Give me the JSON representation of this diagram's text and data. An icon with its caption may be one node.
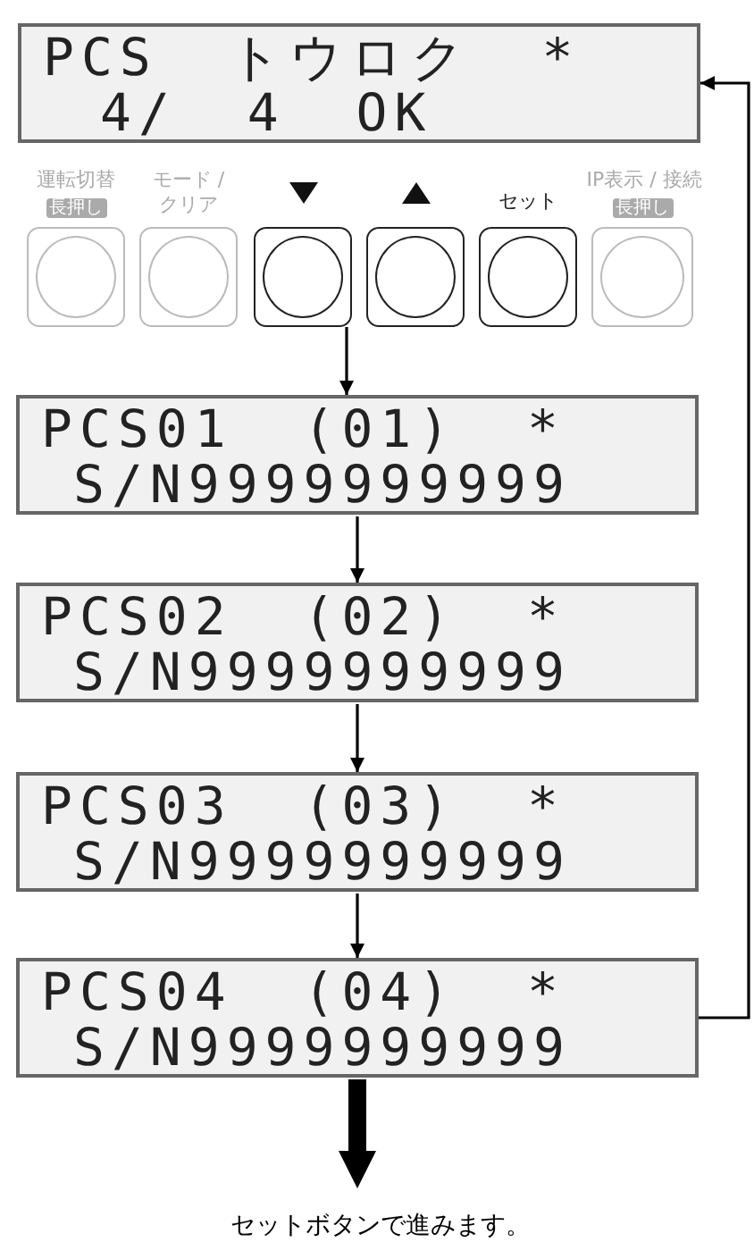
{
  "diagram": {
    "nodes": [
      {
        "text": [
          "PCS トウロク *",
          "4/ 4 OK"
        ]
      },
      {
        "text": [
          "運転切替",
          "長押し"
        ]
      },
      {
        "text": [
          "モード / クリア"
        ]
      },
      {
        "text": [],
        "shape": "box"
      },
      {
        "text": [],
        "shape": "box"
      },
      {
        "text": [
          "セット"
        ]
      },
      {
        "text": [
          "IP表示 / 接続",
          "長押し"
        ]
      },
      {
        "text": [
          "PCS01 (01) *",
          "S/N9999999999"
        ]
      },
      {
        "text": [
          "PCS02 (02) *",
          "S/N9999999999"
        ]
      },
      {
        "text": [
          "PCS03 (03) *",
          "S/N9999999999"
        ]
      },
      {
        "text": [
          "PCS04 (04) *",
          "S/N9999999999"
        ]
      },
      {
        "text": [
          "セットボタンで進みます。"
        ]
      }
    ],
    "edges": [
      {
        "from": 3,
        "to": 7,
        "arrow": "to"
      },
      {
        "from": 7,
        "to": 8,
        "arrow": "to"
      },
      {
        "from": 8,
        "to": 9,
        "arrow": "to"
      },
      {
        "from": 9,
        "to": 10,
        "arrow": "to"
      },
      {
        "from": 10,
        "to": 11,
        "arrow": "to",
        "style": "thick"
      },
      {
        "from": 10,
        "to": 0,
        "arrow": "to"
      }
    ]
  }
}
